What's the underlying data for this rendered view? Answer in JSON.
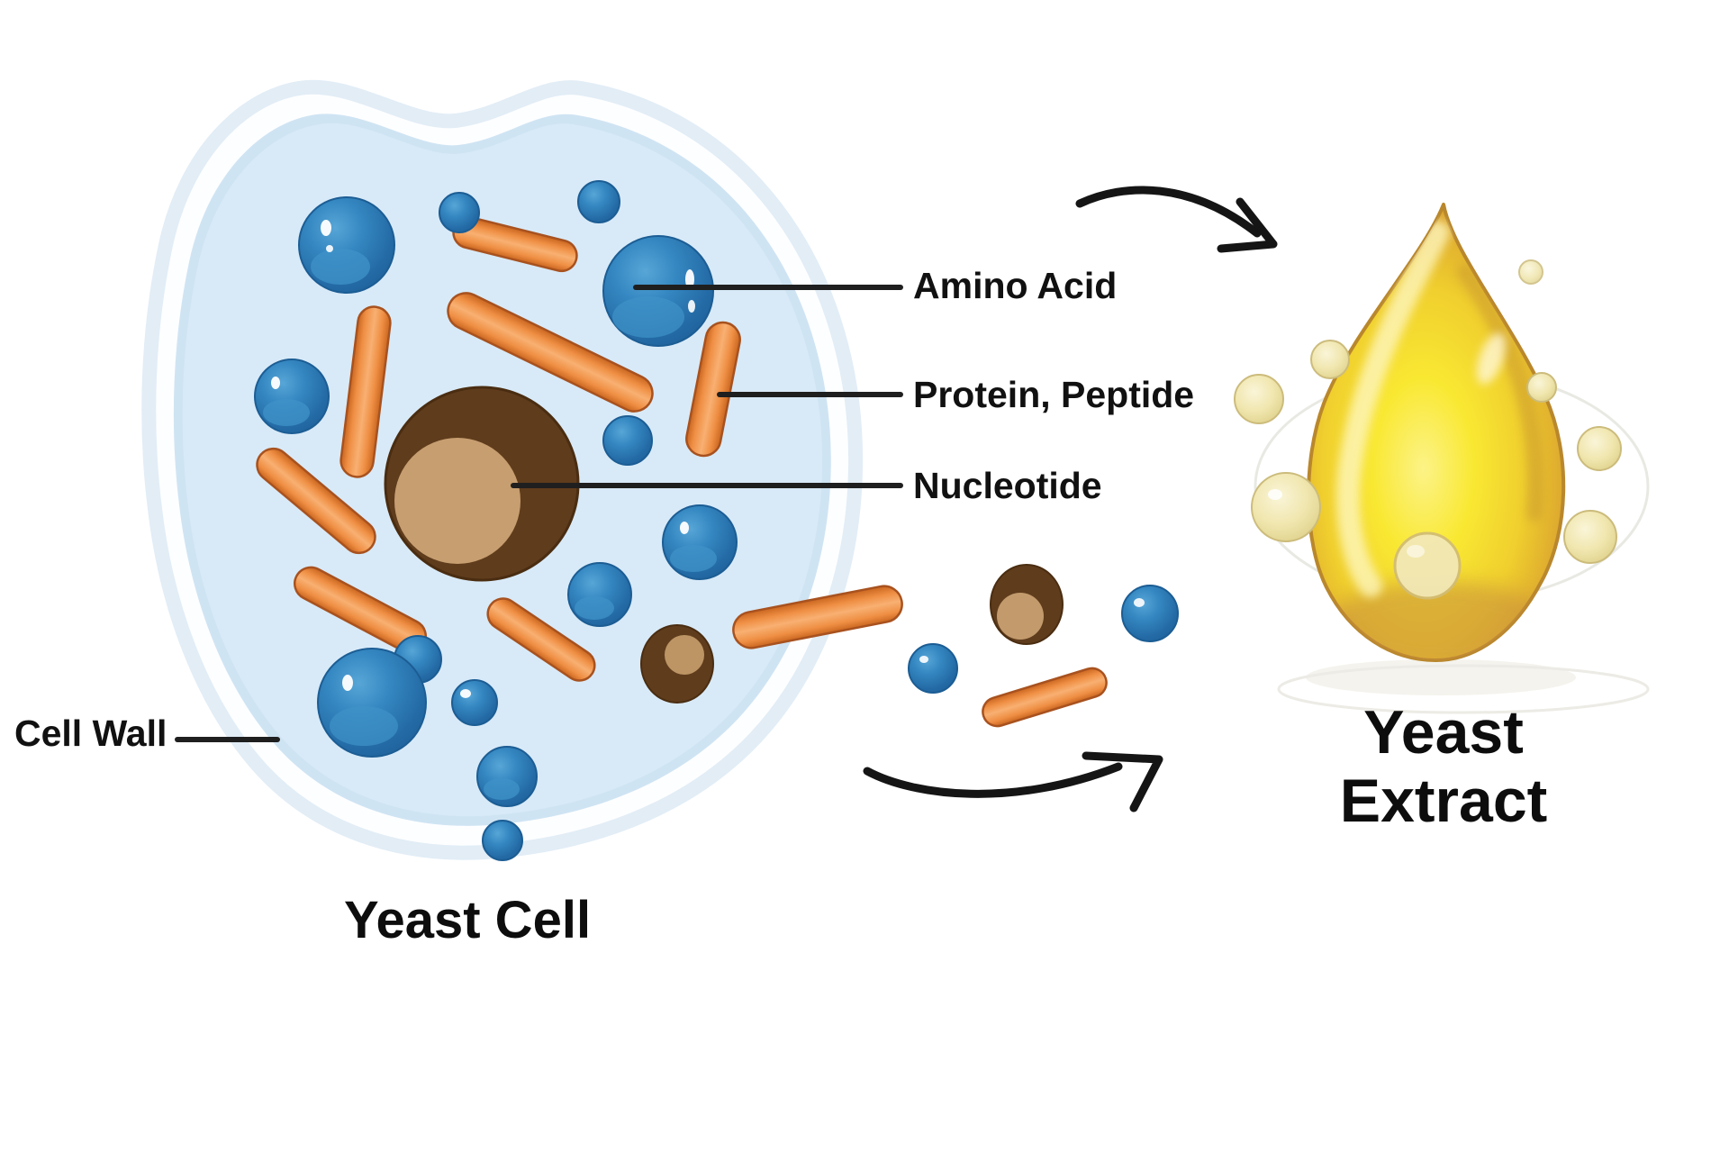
{
  "cell": {
    "title": "Yeast Cell",
    "labels": {
      "amino_acid": "Amino Acid",
      "protein_peptide": "Protein, Peptide",
      "nucleotide": "Nucleotide",
      "cell_wall": "Cell Wall"
    }
  },
  "extract": {
    "title_line1": "Yeast",
    "title_line2": "Extract"
  },
  "colors": {
    "background": "#ffffff",
    "cell_interior": "#d8eaf8",
    "cell_wall_white": "#fdfeff",
    "cell_outline_tint": "#e2edf6",
    "sphere_blue": "#2d7fba",
    "rod_orange": "#ef8f44",
    "rod_outline": "#a8521f",
    "nucleus_brown": "#5f3c1c",
    "nucleus_tan": "#c79e70",
    "droplet_gold": "#f3d92e",
    "droplet_rim": "#b9872c",
    "bubble_cream": "#efe5ad",
    "label_text": "#111111",
    "annotation_line": "#1f1f1f"
  }
}
